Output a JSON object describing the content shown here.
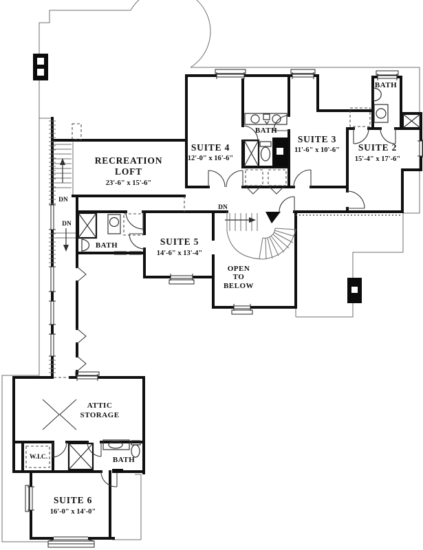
{
  "rooms": {
    "recreation_loft": {
      "line1": "RECREATION",
      "line2": "LOFT",
      "dims": "23'-6\" x 15'-6\""
    },
    "suite4": {
      "name": "SUITE 4",
      "dims": "12'-0\" x 16'-6\""
    },
    "suite3": {
      "name": "SUITE 3",
      "dims": "11'-6\" x 10'-6\""
    },
    "suite2": {
      "name": "SUITE 2",
      "dims": "15'-4\" x 17'-6\""
    },
    "suite5": {
      "name": "SUITE 5",
      "dims": "14'-6\" x 13'-4\""
    },
    "suite6": {
      "name": "SUITE 6",
      "dims": "16'-0\" x 14'-0\""
    },
    "bath_top_right": {
      "name": "BATH"
    },
    "bath_middle": {
      "name": "BATH"
    },
    "bath_left": {
      "name": "BATH"
    },
    "bath_bottom": {
      "name": "BATH"
    },
    "attic_storage": {
      "line1": "ATTIC",
      "line2": "STORAGE"
    },
    "wic": {
      "name": "W.I.C."
    },
    "open_to_below": {
      "line1": "OPEN",
      "line2": "TO",
      "line3": "BELOW"
    }
  },
  "stairs": {
    "dn_west": "DN",
    "dn_corridor": "DN",
    "dn_main": "DN"
  },
  "colors": {
    "wall": "#101010",
    "thin_line": "#6e6e6e",
    "text": "#111111",
    "background": "#ffffff"
  }
}
